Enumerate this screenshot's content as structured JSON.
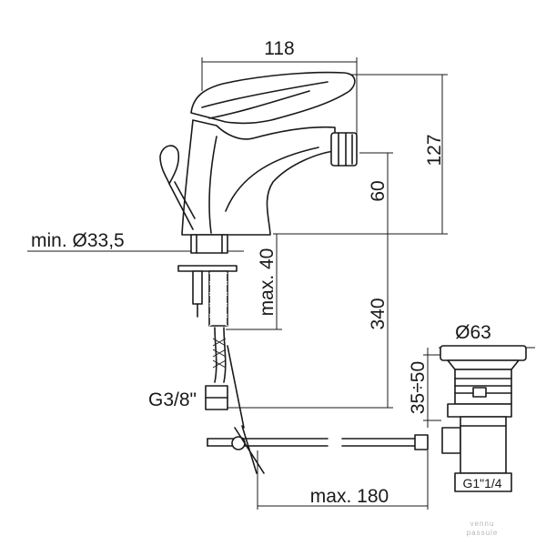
{
  "dimensions": {
    "width_top": "118",
    "height_total": "127",
    "spout_height": "60",
    "min_hole": "min. Ø33,5",
    "max_thickness": "max. 40",
    "hose_length": "340",
    "waste_diameter": "Ø63",
    "waste_adjust": "35÷50",
    "connector": "G3/8\"",
    "waste_thread": "G1\"1/4",
    "max_reach": "max. 180"
  },
  "watermark": {
    "line1": "vennu",
    "line2": "passule"
  }
}
